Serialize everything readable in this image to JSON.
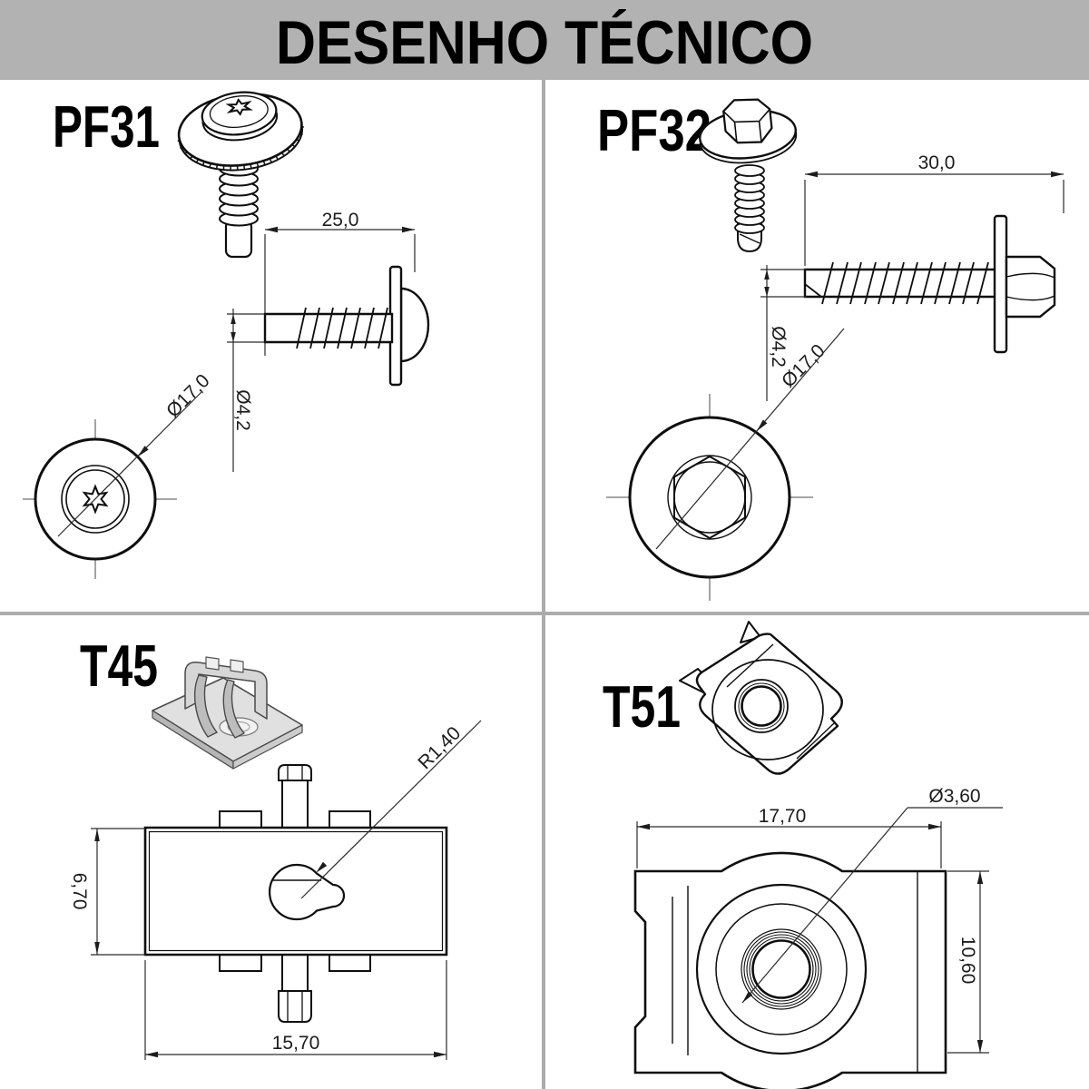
{
  "header": {
    "title": "DESENHO TÉCNICO"
  },
  "parts": {
    "pf31": {
      "label": "PF31",
      "dims": {
        "length": "25,0",
        "shank_diameter": "Ø4,2",
        "head_diameter": "Ø17,0"
      }
    },
    "pf32": {
      "label": "PF32",
      "dims": {
        "length": "30,0",
        "shank_diameter": "Ø4,2",
        "head_diameter": "Ø17,0"
      }
    },
    "t45": {
      "label": "T45",
      "dims": {
        "slot_radius": "R1,40",
        "height": "6,70",
        "width": "15,70"
      }
    },
    "t51": {
      "label": "T51",
      "dims": {
        "width": "17,70",
        "hole_diameter": "Ø3,60",
        "height": "10,60"
      }
    }
  },
  "colors": {
    "banner": "#b2b2b2",
    "divider": "#acacac",
    "line": "#0e0e0e",
    "crosshair": "#9a9a9a"
  }
}
